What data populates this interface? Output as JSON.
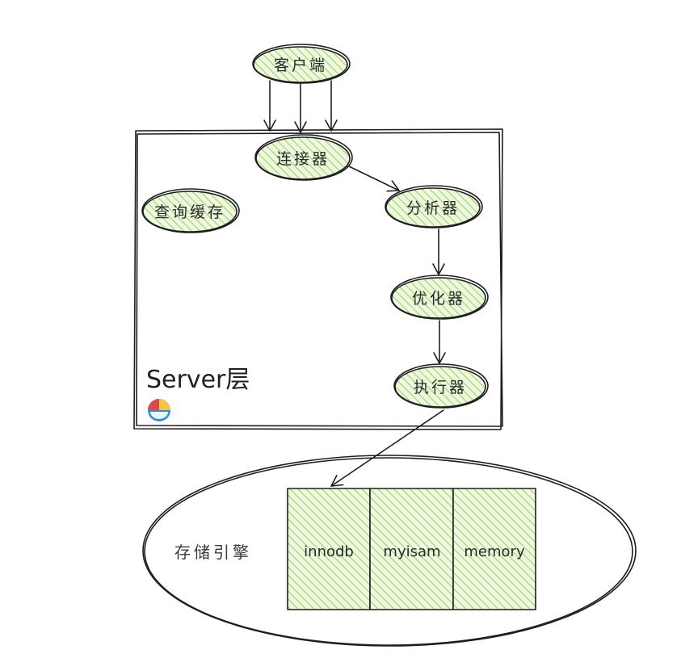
{
  "diagram": {
    "client": "客户端",
    "server_layer": "Server层",
    "connector": "连接器",
    "query_cache": "查询缓存",
    "analyzer": "分析器",
    "optimizer": "优化器",
    "executor": "执行器",
    "storage_engine": "存储引擎",
    "engines": [
      "innodb",
      "myisam",
      "memory"
    ]
  },
  "colors": {
    "hatch": "#9fd45a",
    "hatch_bg": "#eef8e2",
    "stroke": "#1e1e1e"
  },
  "icons": [
    "excalidraw-logo-icon"
  ]
}
